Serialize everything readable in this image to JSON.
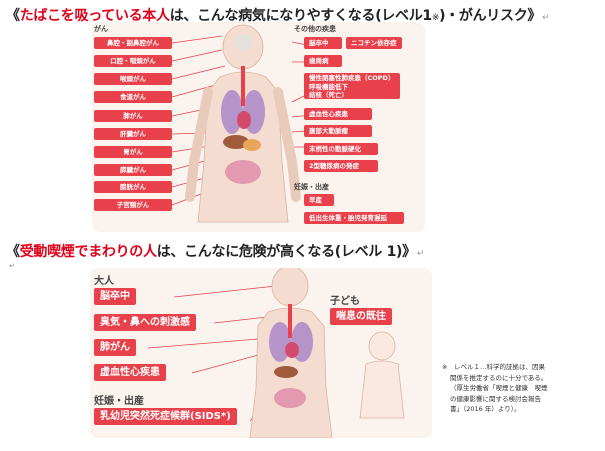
{
  "heading1": {
    "open": "《",
    "red": "たばこを吸っている本人",
    "rest1": "は、こんな病気になりやすくなる(レベル1",
    "asterisk": "※",
    "rest2": ")・がんリスク》",
    "mark": "↵"
  },
  "heading2": {
    "open": "《",
    "red": "受動喫煙でまわりの人",
    "rest": "は、こんなに危険が高くなる(レベル 1)》",
    "mark": "↵"
  },
  "fig1": {
    "left_category": "がん",
    "right_category": "その他の疾患",
    "right_category2": "妊娠・出産",
    "left_tags": [
      "鼻腔・副鼻腔がん",
      "口腔・咽頭がん",
      "喉頭がん",
      "食道がん",
      "肺がん",
      "肝臓がん",
      "胃がん",
      "膵臓がん",
      "膀胱がん",
      "子宮頸がん"
    ],
    "right_tags_top": [
      "脳卒中",
      "ニコチン依存症",
      "歯周病"
    ],
    "right_tag_copd": "慢性閉塞性肺疾患（COPD）\n呼吸機能低下\n結核（死亡）",
    "right_tags_mid": [
      "虚血性心疾患",
      "腹部大動脈瘤",
      "末梢性の動脈硬化",
      "2型糖尿病の発症"
    ],
    "right_tags_preg": [
      "早産",
      "低出生体重・胎児発育遅延"
    ]
  },
  "fig2": {
    "adult_label": "大人",
    "adult_tags": [
      "脳卒中",
      "臭気・鼻への刺激感",
      "肺がん",
      "虚血性心疾患"
    ],
    "preg_label": "妊娠・出産",
    "preg_tag": "乳幼児突然死症候群(SIDS*)",
    "child_label": "子ども",
    "child_tag": "喘息の既往"
  },
  "note": {
    "line1": "※　レベル１…科学的証拠は、因果",
    "line2": "関係を推定するのに十分である。",
    "line3": "（厚生労働省「喫煙と健康　喫煙",
    "line4": "の健康影響に関する検討会報告",
    "line5": "書」（2016 年）より）。"
  },
  "line_mark": "↵",
  "colors": {
    "accent_red": "#e0001a",
    "tag_red": "#e8414c",
    "figure_bg": "#fbf3ee",
    "body_skin": "#f4ddd0"
  }
}
